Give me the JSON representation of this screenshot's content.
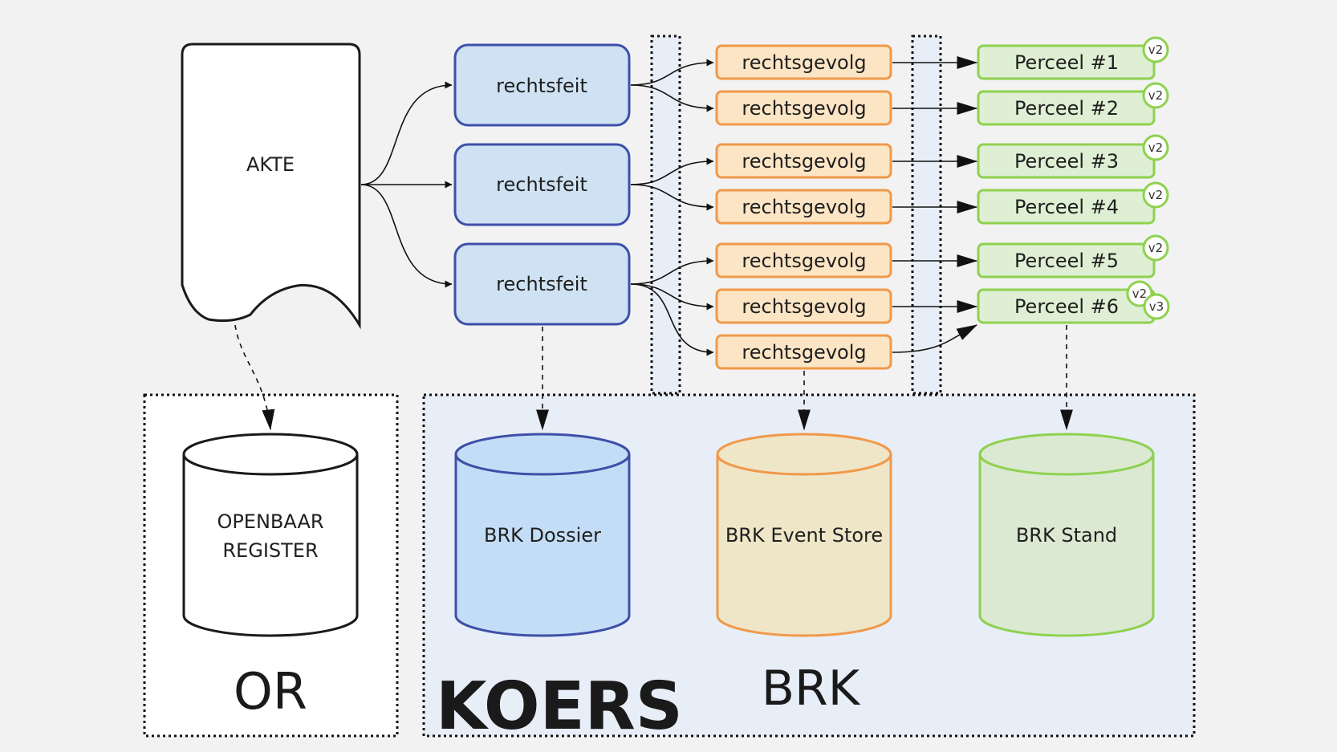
{
  "akte": {
    "label": "AKTE"
  },
  "openbaar_register": {
    "line1": "OPENBAAR",
    "line2": "REGISTER"
  },
  "or_label": "OR",
  "brk_label": "BRK",
  "koers_label": "KOERS",
  "rechtsfeiten": [
    "rechtsfeit",
    "rechtsfeit",
    "rechtsfeit"
  ],
  "rechtsgevolgen": [
    "rechtsgevolg",
    "rechtsgevolg",
    "rechtsgevolg",
    "rechtsgevolg",
    "rechtsgevolg",
    "rechtsgevolg",
    "rechtsgevolg"
  ],
  "percelen": [
    {
      "label": "Perceel #1",
      "badges": [
        "v2"
      ]
    },
    {
      "label": "Perceel #2",
      "badges": [
        "v2"
      ]
    },
    {
      "label": "Perceel #3",
      "badges": [
        "v2"
      ]
    },
    {
      "label": "Perceel #4",
      "badges": [
        "v2"
      ]
    },
    {
      "label": "Perceel #5",
      "badges": [
        "v2"
      ]
    },
    {
      "label": "Perceel #6",
      "badges": [
        "v2",
        "v3"
      ]
    }
  ],
  "stores": {
    "dossier": "BRK Dossier",
    "event_store": "BRK Event Store",
    "stand": "BRK Stand"
  },
  "colors": {
    "background": "#f2f2f2",
    "blue_fill": "#cfe2f3",
    "blue_stroke": "#3e4fa8",
    "orange_fill": "#fce5c4",
    "orange_stroke": "#f0994a",
    "green_fill": "#deefd4",
    "green_stroke": "#8fd14f",
    "panel_fill": "#e8eef8"
  }
}
